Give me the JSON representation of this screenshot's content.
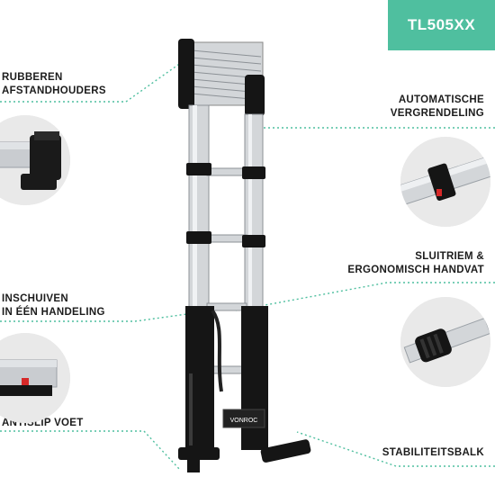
{
  "product": {
    "model": "TL505XX",
    "brand_plate": "VONROC"
  },
  "features": {
    "rubber_spacers": {
      "line1": "RUBBEREN",
      "line2": "AFSTANDHOUDERS"
    },
    "auto_lock": {
      "line1": "AUTOMATISCHE",
      "line2": "VERGRENDELING"
    },
    "strap_handle": {
      "line1": "SLUITRIEM &",
      "line2": "ERGONOMISCH HANDVAT"
    },
    "retract": {
      "line1": "INSCHUIVEN",
      "line2": "IN ÉÉN HANDELING"
    },
    "anti_slip": {
      "line1": "ANTISLIP VOET"
    },
    "stability_bar": {
      "line1": "STABILITEITSBALK"
    }
  },
  "colors": {
    "accent": "#4fbf9f",
    "aluminium": "#d3d6d9",
    "black_parts": "#151515",
    "lock_red": "#d62828"
  }
}
